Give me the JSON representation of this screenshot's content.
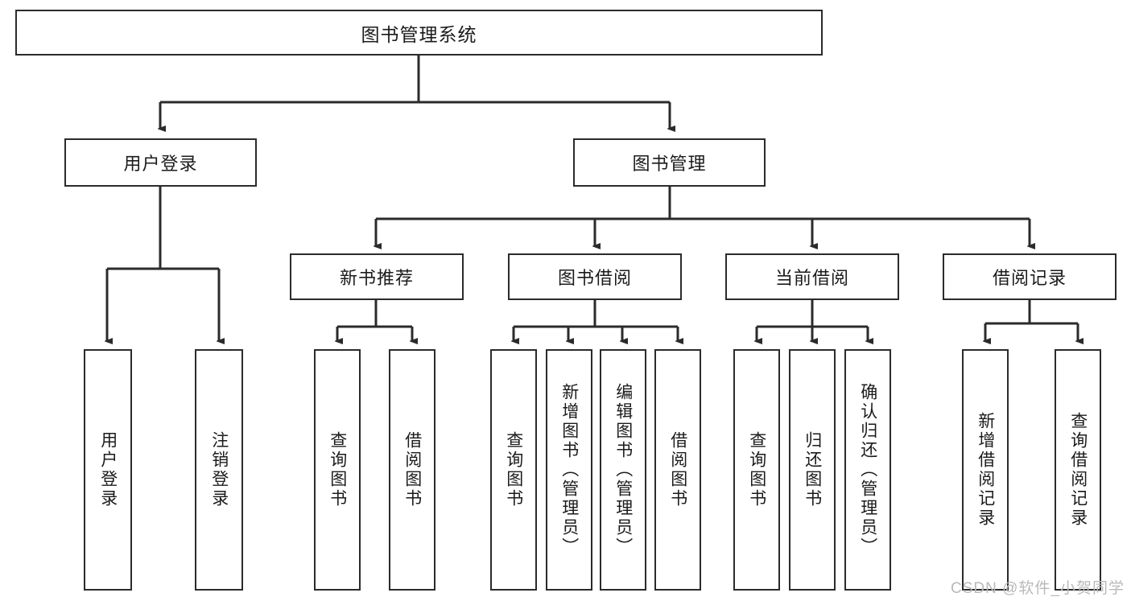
{
  "diagram": {
    "type": "tree",
    "title": "图书管理系统",
    "watermark": "CSDN @软件_小贺同学",
    "root": {
      "label": "图书管理系统"
    },
    "level2": [
      {
        "label": "用户登录"
      },
      {
        "label": "图书管理"
      }
    ],
    "level3": [
      {
        "label": "新书推荐"
      },
      {
        "label": "图书借阅"
      },
      {
        "label": "当前借阅"
      },
      {
        "label": "借阅记录"
      }
    ],
    "leaves": {
      "user_login": [
        {
          "label": "用户登录"
        },
        {
          "label": "注销登录"
        }
      ],
      "new_book_recommend": [
        {
          "label": "查询图书"
        },
        {
          "label": "借阅图书"
        }
      ],
      "book_borrow": [
        {
          "label": "查询图书"
        },
        {
          "label": "新增图书（管理员）"
        },
        {
          "label": "编辑图书（管理员）"
        },
        {
          "label": "借阅图书"
        }
      ],
      "current_borrow": [
        {
          "label": "查询图书"
        },
        {
          "label": "归还图书"
        },
        {
          "label": "确认归还（管理员）"
        }
      ],
      "borrow_record": [
        {
          "label": "新增借阅记录"
        },
        {
          "label": "查询借阅记录"
        }
      ]
    },
    "colors": {
      "stroke": "#2b2b2b",
      "fill": "#ffffff",
      "text": "#1b1b1b",
      "watermark": "#b9b9b9"
    }
  }
}
